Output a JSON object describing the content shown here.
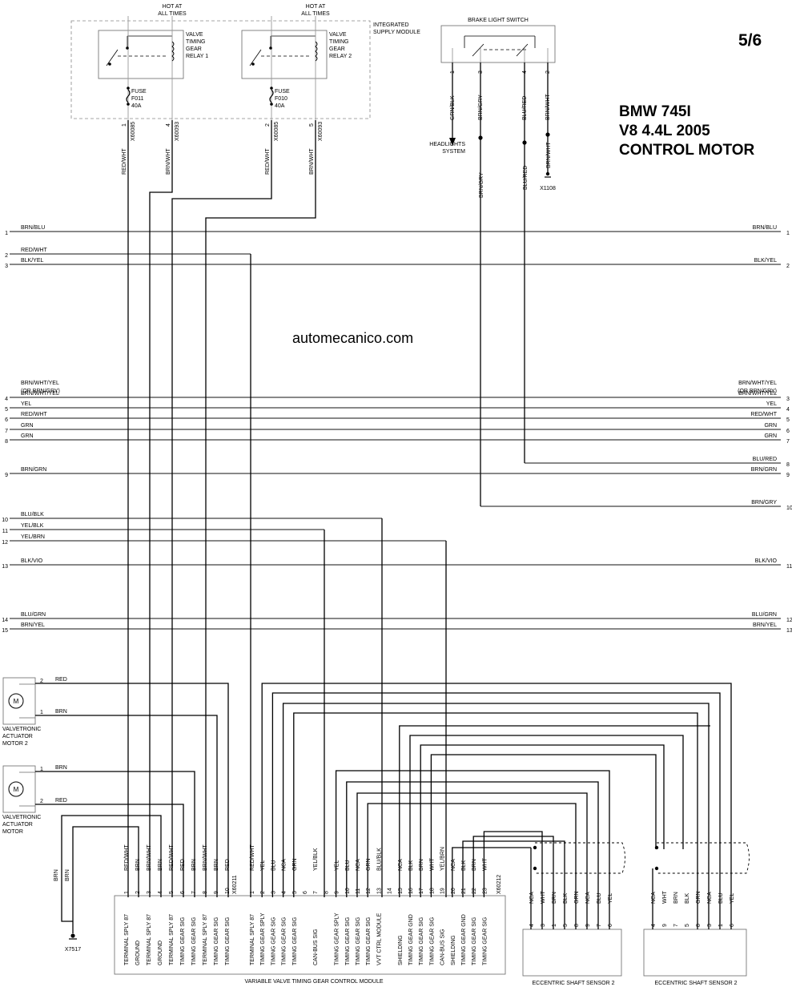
{
  "header": {
    "page_number": "5/6",
    "title_lines": [
      "BMW 745I",
      "V8 4.4L 2005",
      "CONTROL MOTOR"
    ],
    "watermark": "automecanico.com"
  },
  "top_section": {
    "hot_at_label_1": [
      "HOT AT",
      "ALL TIMES"
    ],
    "hot_at_label_2": [
      "HOT AT",
      "ALL TIMES"
    ],
    "supply_module_label": [
      "INTEGRATED",
      "SUPPLY MODULE"
    ],
    "relay_1_label": [
      "VALVE",
      "TIMING",
      "GEAR",
      "RELAY 1"
    ],
    "relay_2_label": [
      "VALVE",
      "TIMING",
      "GEAR",
      "RELAY 2"
    ],
    "fuse_1_label": [
      "FUSE",
      "F011",
      "40A"
    ],
    "fuse_2_label": [
      "FUSE",
      "F010",
      "40A"
    ],
    "brake_switch_label": "BRAKE LIGHT SWITCH",
    "headlights_label": [
      "HEADLIGHTS",
      "SYSTEM"
    ],
    "ground_x1108": "X1108",
    "supply_pins": [
      {
        "pin": "1",
        "connector": "X60085",
        "wire": "RED/WHT"
      },
      {
        "pin": "4",
        "connector": "X60093",
        "wire": "BRN/WHT"
      },
      {
        "pin": "2",
        "connector": "X60085",
        "wire": "RED/WHT"
      },
      {
        "pin": "5",
        "connector": "X60093",
        "wire": "BRN/WHT"
      }
    ],
    "brake_pins": [
      {
        "pin": "1",
        "wire": "GRN/BLK"
      },
      {
        "pin": "3",
        "wire": "BRN/GRY"
      },
      {
        "pin": "4",
        "wire": "BLU/RED"
      },
      {
        "pin": "2",
        "wire": "BRN/WHT"
      }
    ],
    "brake_lower_wires": [
      "BRN/GRY",
      "BLU/RED",
      "BRN/WHT"
    ]
  },
  "buses": [
    {
      "left_num": "1",
      "left_label": "BRN/BLU",
      "right_label": "BRN/BLU",
      "right_num": "1"
    },
    {
      "left_num": "2",
      "left_label": "RED/WHT",
      "right_label": "",
      "right_num": ""
    },
    {
      "left_num": "3",
      "left_label": "BLK/YEL",
      "right_label": "BLK/YEL",
      "right_num": "2"
    },
    {
      "left_num": "4",
      "left_label": "BRN/WHT/YEL",
      "left_label2": "(OR BRN/GRY)",
      "right_label": "BRN/WHT/YEL",
      "right_label2": "(OR BRN/GRY)",
      "right_num": "3"
    },
    {
      "left_num": "5",
      "left_label": "YEL",
      "right_label": "YEL",
      "right_num": "4"
    },
    {
      "left_num": "6",
      "left_label": "RED/WHT",
      "right_label": "RED/WHT",
      "right_num": "5"
    },
    {
      "left_num": "7",
      "left_label": "GRN",
      "right_label": "GRN",
      "right_num": "6"
    },
    {
      "left_num": "8",
      "left_label": "GRN",
      "right_label": "GRN",
      "right_num": "7"
    },
    {
      "left_num": "",
      "left_label": "",
      "right_label": "BLU/RED",
      "right_num": "8"
    },
    {
      "left_num": "9",
      "left_label": "BRN/GRN",
      "right_label": "BRN/GRN",
      "right_num": "9"
    },
    {
      "left_num": "",
      "left_label": "",
      "right_label": "BRN/GRY",
      "right_num": "10"
    },
    {
      "left_num": "10",
      "left_label": "BLU/BLK",
      "right_label": "",
      "right_num": ""
    },
    {
      "left_num": "11",
      "left_label": "YEL/BLK",
      "right_label": "",
      "right_num": ""
    },
    {
      "left_num": "12",
      "left_label": "YEL/BRN",
      "right_label": "",
      "right_num": ""
    },
    {
      "left_num": "13",
      "left_label": "BLK/VIO",
      "right_label": "BLK/VIO",
      "right_num": "11"
    },
    {
      "left_num": "14",
      "left_label": "BLU/GRN",
      "right_label": "BLU/GRN",
      "right_num": "12"
    },
    {
      "left_num": "15",
      "left_label": "BRN/YEL",
      "right_label": "BRN/YEL",
      "right_num": "13"
    }
  ],
  "motors": [
    {
      "name": [
        "VALVETRONIC",
        "ACTUATOR",
        "MOTOR 2"
      ],
      "pins": [
        {
          "pin": "2",
          "wire": "RED"
        },
        {
          "pin": "1",
          "wire": "BRN"
        }
      ],
      "symbol": "M"
    },
    {
      "name": [
        "VALVETRONIC",
        "ACTUATOR",
        "MOTOR"
      ],
      "pins": [
        {
          "pin": "1",
          "wire": "BRN"
        },
        {
          "pin": "2",
          "wire": "RED"
        }
      ],
      "symbol": "M"
    }
  ],
  "ground_x7517": {
    "label": "X7517",
    "wires": [
      "BRN",
      "BRN"
    ]
  },
  "module": {
    "title": "VARIABLE VALVE TIMING GEAR CONTROL MODULE",
    "group_1_connector": "X60211",
    "group_2_connector": "X60212",
    "group_1": [
      {
        "pin": "1",
        "wire": "RED/WHT",
        "func": "TERMINAL SPLY 87"
      },
      {
        "pin": "2",
        "wire": "BRN",
        "func": "GROUND"
      },
      {
        "pin": "3",
        "wire": "BRN/WHT",
        "func": "TERMINAL SPLY 87"
      },
      {
        "pin": "4",
        "wire": "BRN",
        "func": "GROUND"
      },
      {
        "pin": "5",
        "wire": "RED/WHT",
        "func": "TERMINAL SPLY 87"
      },
      {
        "pin": "6",
        "wire": "RED",
        "func": "TIMING GEAR SIG"
      },
      {
        "pin": "7",
        "wire": "BRN",
        "func": "TIMING GEAR SIG"
      },
      {
        "pin": "8",
        "wire": "BRN/WHT",
        "func": "TERMINAL SPLY 87"
      },
      {
        "pin": "9",
        "wire": "BRN",
        "func": "TIMING GEAR SIG"
      },
      {
        "pin": "10",
        "wire": "RED",
        "func": "TIMING GEAR SIG"
      }
    ],
    "group_2": [
      {
        "pin": "1",
        "wire": "RED/WHT",
        "func": "TERMINAL SPLY 87"
      },
      {
        "pin": "2",
        "wire": "YEL",
        "func": "TIMING GEAR SPLY"
      },
      {
        "pin": "3",
        "wire": "BLU",
        "func": "TIMING GEAR SIG"
      },
      {
        "pin": "4",
        "wire": "NCA",
        "func": "TIMING GEAR SIG"
      },
      {
        "pin": "5",
        "wire": "GRN",
        "func": "TIMING GEAR SIG"
      },
      {
        "pin": "6",
        "wire": "",
        "func": ""
      },
      {
        "pin": "7",
        "wire": "YEL/BLK",
        "func": "CAN-BUS SIG"
      },
      {
        "pin": "8",
        "wire": "",
        "func": ""
      },
      {
        "pin": "9",
        "wire": "YEL",
        "func": "TIMING GEAR SPLY"
      },
      {
        "pin": "10",
        "wire": "BLU",
        "func": "TIMING GEAR SIG"
      },
      {
        "pin": "11",
        "wire": "NCA",
        "func": "TIMING GEAR SIG"
      },
      {
        "pin": "12",
        "wire": "GRN",
        "func": "TIMING GEAR SIG"
      },
      {
        "pin": "13",
        "wire": "BLU/BLK",
        "func": "VVT CTRL MODULE"
      },
      {
        "pin": "14",
        "wire": "",
        "func": ""
      },
      {
        "pin": "15",
        "wire": "NCA",
        "func": "SHIELDING"
      },
      {
        "pin": "16",
        "wire": "BLK",
        "func": "TIMING GEAR GND"
      },
      {
        "pin": "17",
        "wire": "BRN",
        "func": "TIMING GEAR SIG"
      },
      {
        "pin": "18",
        "wire": "WHT",
        "func": "TIMING GEAR SIG"
      },
      {
        "pin": "19",
        "wire": "YEL/BRN",
        "func": "CAN-BUS SIG"
      },
      {
        "pin": "20",
        "wire": "NCA",
        "func": "SHIELDING"
      },
      {
        "pin": "21",
        "wire": "BLK",
        "func": "TIMING GEAR GND"
      },
      {
        "pin": "22",
        "wire": "BRN",
        "func": "TIMING GEAR SIG"
      },
      {
        "pin": "23",
        "wire": "WHT",
        "func": "TIMING GEAR SIG"
      }
    ]
  },
  "sensors": [
    {
      "name": "ECCENTRIC SHAFT SENSOR 2",
      "pins": [
        {
          "pin": "4",
          "wire": "NCA"
        },
        {
          "pin": "3",
          "wire": "WHT"
        },
        {
          "pin": "1",
          "wire": "BRN"
        },
        {
          "pin": "5",
          "wire": "BLK"
        },
        {
          "pin": "8",
          "wire": "GRN"
        },
        {
          "pin": "9",
          "wire": "NCA"
        },
        {
          "pin": "7",
          "wire": "BLU"
        },
        {
          "pin": "6",
          "wire": "YEL"
        }
      ]
    },
    {
      "name": "ECCENTRIC SHAFT SENSOR 2",
      "pins": [
        {
          "pin": "4",
          "wire": "NCA"
        },
        {
          "pin": "9",
          "wire": "WHT"
        },
        {
          "pin": "7",
          "wire": "BRN"
        },
        {
          "pin": "5",
          "wire": "BLK"
        },
        {
          "pin": "8",
          "wire": "GRN"
        },
        {
          "pin": "3",
          "wire": "NCA"
        },
        {
          "pin": "1",
          "wire": "BLU"
        },
        {
          "pin": "6",
          "wire": "YEL"
        }
      ]
    }
  ]
}
